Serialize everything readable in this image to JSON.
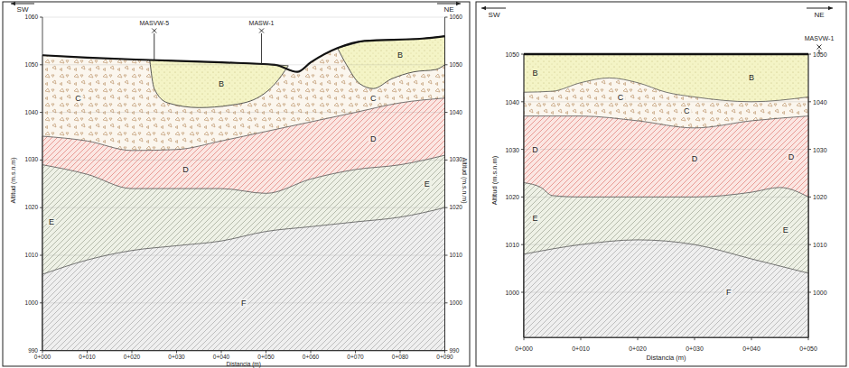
{
  "diagram": {
    "labels": [
      "SW",
      "NE",
      "MASVW-5",
      "MASW-1",
      "1060",
      "1050",
      "1040",
      "1030",
      "1020",
      "1010",
      "1000",
      "990",
      "1060",
      "1050",
      "1040",
      "1030",
      "1020",
      "1010",
      "1000",
      "990",
      "Altitud (m.s.n.m)",
      "Altitud (m.s.n.m)",
      "0+000",
      "0+010",
      "0+020",
      "0+030",
      "0+040",
      "0+050",
      "0+060",
      "0+070",
      "0+080",
      "0+090",
      "Distancia (m)",
      "B",
      "B",
      "C",
      "C",
      "D",
      "D",
      "E",
      "E",
      "F",
      "SW",
      "NE",
      "MASVW-1",
      "1050",
      "1040",
      "1030",
      "1020",
      "1010",
      "1000",
      "1050",
      "1040",
      "1030",
      "1020",
      "1010",
      "1000",
      "Altitud (m.s.n.m)",
      "0+000",
      "0+010",
      "0+020",
      "0+030",
      "0+040",
      "0+050",
      "Distancia (m)",
      "B",
      "B",
      "C",
      "C",
      "D",
      "D",
      "D",
      "E",
      "E",
      "F"
    ]
  }
}
